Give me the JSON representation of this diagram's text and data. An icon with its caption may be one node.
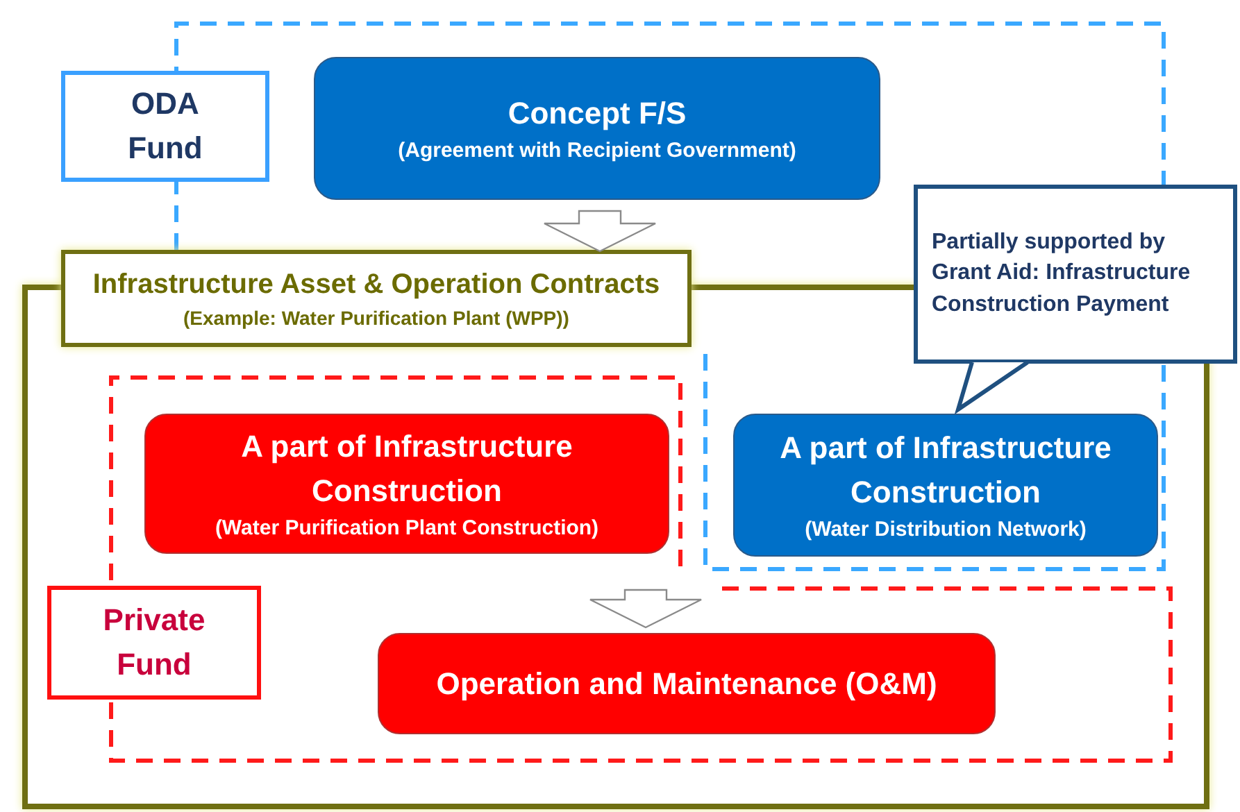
{
  "diagram": {
    "nodes": [
      {
        "text": [
          "ODA Fund"
        ]
      },
      {
        "text": [
          "Concept F/S",
          "(Agreement with Recipient Government)"
        ]
      },
      {
        "text": [
          "Infrastructure Asset & Operation Contracts",
          "(Example: Water Purification Plant (WPP))"
        ]
      },
      {
        "text": [
          "Partially supported by Grant Aid: Infrastructure Construction Payment"
        ]
      },
      {
        "text": [
          "A part of Infrastructure Construction",
          "(Water Purification Plant Construction)"
        ],
        "in": 2
      },
      {
        "text": [
          "A part of Infrastructure Construction",
          "(Water Distribution Network)"
        ],
        "in": 2
      },
      {
        "text": [
          "Private Fund"
        ],
        "in": 2
      },
      {
        "text": [
          "Operation and Maintenance (O&M)"
        ],
        "in": 2
      }
    ],
    "edges": [
      {
        "from": 1,
        "to": 2,
        "arrow": "to"
      },
      {
        "from": 3,
        "to": 5,
        "arrow": "to"
      },
      {
        "from": 4,
        "to": 7,
        "arrow": "to"
      }
    ]
  }
}
